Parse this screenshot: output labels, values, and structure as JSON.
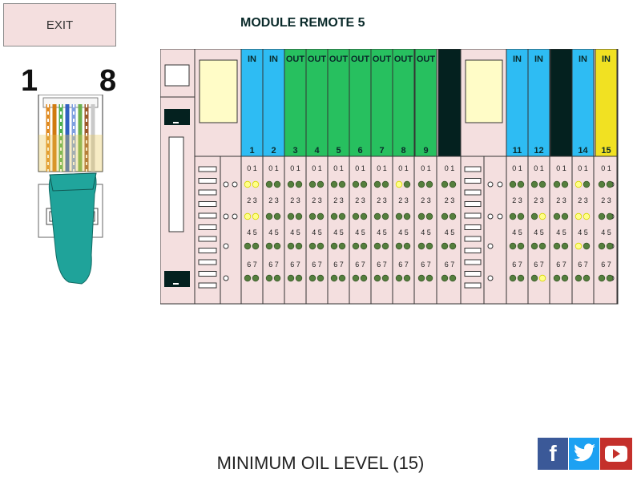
{
  "exit_label": "EXIT",
  "title": "MODULE REMOTE 5",
  "rj45": {
    "pin_left": "1",
    "pin_right": "8"
  },
  "status_text": "MINIMUM OIL LEVEL (15)",
  "colors": {
    "in": "#2ebcf3",
    "out": "#27c05f",
    "dark": "#04211f",
    "yellow_in": "#f1e122",
    "led_on": "#ffff88",
    "led_off": "#557f3d"
  },
  "bit_labels": [
    "0 1",
    "2 3",
    "4 5",
    "6 7"
  ],
  "modules": [
    {
      "number": "1",
      "type": "IN",
      "lit": [
        0,
        1,
        2,
        3
      ]
    },
    {
      "number": "2",
      "type": "IN",
      "lit": []
    },
    {
      "number": "3",
      "type": "OUT",
      "lit": []
    },
    {
      "number": "4",
      "type": "OUT",
      "lit": []
    },
    {
      "number": "5",
      "type": "OUT",
      "lit": []
    },
    {
      "number": "6",
      "type": "OUT",
      "lit": []
    },
    {
      "number": "7",
      "type": "OUT",
      "lit": []
    },
    {
      "number": "8",
      "type": "OUT",
      "lit": [
        0
      ]
    },
    {
      "number": "9",
      "type": "OUT",
      "lit": []
    },
    {
      "number": "",
      "type": "DARK",
      "lit": []
    },
    {
      "number": "11",
      "type": "IN",
      "lit": []
    },
    {
      "number": "12",
      "type": "IN",
      "lit": [
        3,
        7
      ]
    },
    {
      "number": "",
      "type": "DARK",
      "lit": []
    },
    {
      "number": "14",
      "type": "IN",
      "lit": [
        0,
        2,
        3,
        4
      ]
    },
    {
      "number": "15",
      "type": "IN-YELLOW",
      "lit": []
    }
  ],
  "social": {
    "facebook": "f",
    "twitter": "t",
    "youtube": "yt"
  }
}
